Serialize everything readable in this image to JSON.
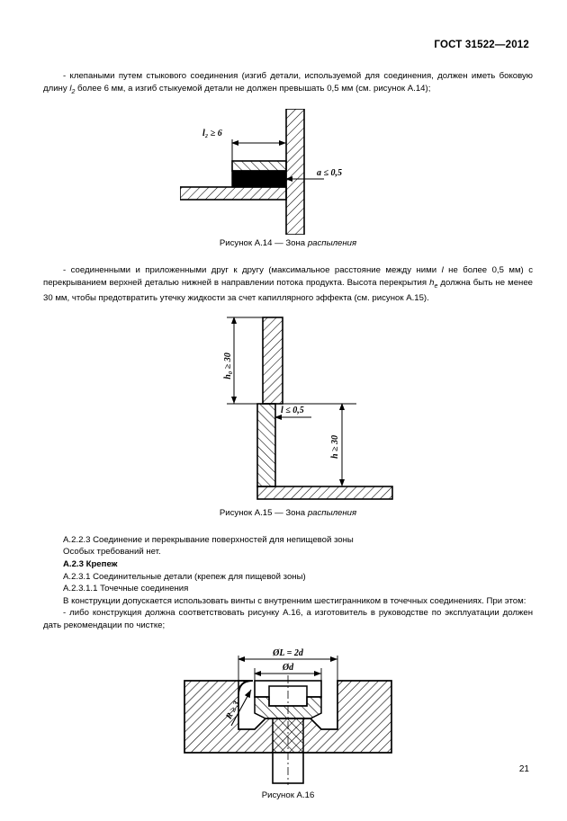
{
  "document": {
    "standard_header": "ГОСТ 31522—2012",
    "page_number": "21"
  },
  "paragraphs": {
    "p1": "- клепаными путем   стыкового соединения (изгиб детали, используемой для соединения, должен иметь боковую длину",
    "p1_var": "l",
    "p1_sub": "2",
    "p1_cont": "более 6 мм, а изгиб стыкуемой детали не должен превышать 0,5 мм (см. рисунок А.14);",
    "p2_a": "- соединенными и приложенными друг к другу (максимальное расстояние между ними",
    "p2_var1": "l",
    "p2_b": "не более 0,5 мм) с перекрыванием верхней деталью нижней в направлении  потока  продукта. Высота  перекрытия",
    "p2_var2": "h",
    "p2_var2_sub": "е",
    "p2_c": "должна быть не  менее 30 мм, чтобы предотвратить утечку жидкости за счет капиллярного эффекта (см. рисунок А.15)."
  },
  "clauses": {
    "c1": "А.2.2.3 Соединение и перекрывание поверхностей для непищевой зоны",
    "c2": "Особых требований нет.",
    "c3": "А.2.3 Крепеж",
    "c4": "А.2.3.1 Соединительные детали (крепеж для пищевой зоны)",
    "c5": "А.2.3.1.1 Точечные соединения",
    "c6": "В конструкции допускается использовать винты с внутренним шестигранником в точечных соединениях.",
    "c6_tail": "При этом:",
    "c7": "- либо конструкция должна соответствовать рисунку А.16, а изготовитель в руководстве по эксплуатации",
    "c7_tail": "должен дать рекомендации по чистке;"
  },
  "figures": [
    {
      "id": "fig-a14",
      "caption_prefix": "Рисунок А.14 — Зона",
      "caption_italic": "распыления",
      "labels": {
        "dim_horizontal": "l₂ ≥ 6",
        "dim_gap": "a ≤ 0,5"
      }
    },
    {
      "id": "fig-a15",
      "caption_prefix": "Рисунок А.15 — Зона",
      "caption_italic": "распыления",
      "labels": {
        "dim_left": "h₀ ≥ 30",
        "dim_gap": "l ≤ 0,5",
        "dim_right": "h ≥ 30"
      }
    },
    {
      "id": "fig-a16",
      "caption_prefix": "Рисунок А.16",
      "caption_italic": "",
      "labels": {
        "dim_outer": "ØL = 2d",
        "dim_inner": "Ød",
        "dim_radius": "R ≥ 3"
      }
    }
  ],
  "colors": {
    "ink": "#000000",
    "paper": "#ffffff"
  }
}
